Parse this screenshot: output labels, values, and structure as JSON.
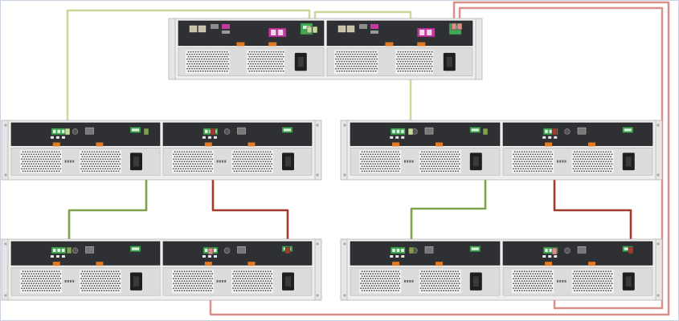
{
  "diagram": {
    "kind": "storage-shelf-cabling",
    "colors": {
      "chassis_body": "#eeeeee",
      "chassis_edge": "#b5b5b5",
      "module_face": "#2f3033",
      "psu_face": "#dcdcdc",
      "port_green": "#46a857",
      "port_magenta": "#c23aa0",
      "accent_orange": "#e07b25",
      "cable_light_green": "#c8d99a",
      "cable_green": "#7ea24a",
      "cable_red": "#a23a2e",
      "cable_pink": "#d9908a"
    },
    "controller": {
      "modules": 2
    },
    "shelves": [
      {
        "id": "shelf-1",
        "modules": 2
      },
      {
        "id": "shelf-2",
        "modules": 2
      },
      {
        "id": "shelf-3",
        "modules": 2
      },
      {
        "id": "shelf-4",
        "modules": 2
      }
    ],
    "cables": [
      {
        "id": "cable-ctrl-a-to-shelf1",
        "color": "cable_light_green"
      },
      {
        "id": "cable-ctrl-b-to-shelf2",
        "color": "cable_light_green"
      },
      {
        "id": "cable-shelf1-to-shelf3-a",
        "color": "cable_green"
      },
      {
        "id": "cable-shelf1-to-shelf3-b",
        "color": "cable_red"
      },
      {
        "id": "cable-shelf2-to-shelf4-a",
        "color": "cable_green"
      },
      {
        "id": "cable-shelf2-to-shelf4-b",
        "color": "cable_red"
      },
      {
        "id": "cable-ctrl-return-outer",
        "color": "cable_pink"
      },
      {
        "id": "cable-ctrl-return-inner",
        "color": "cable_pink"
      }
    ]
  }
}
